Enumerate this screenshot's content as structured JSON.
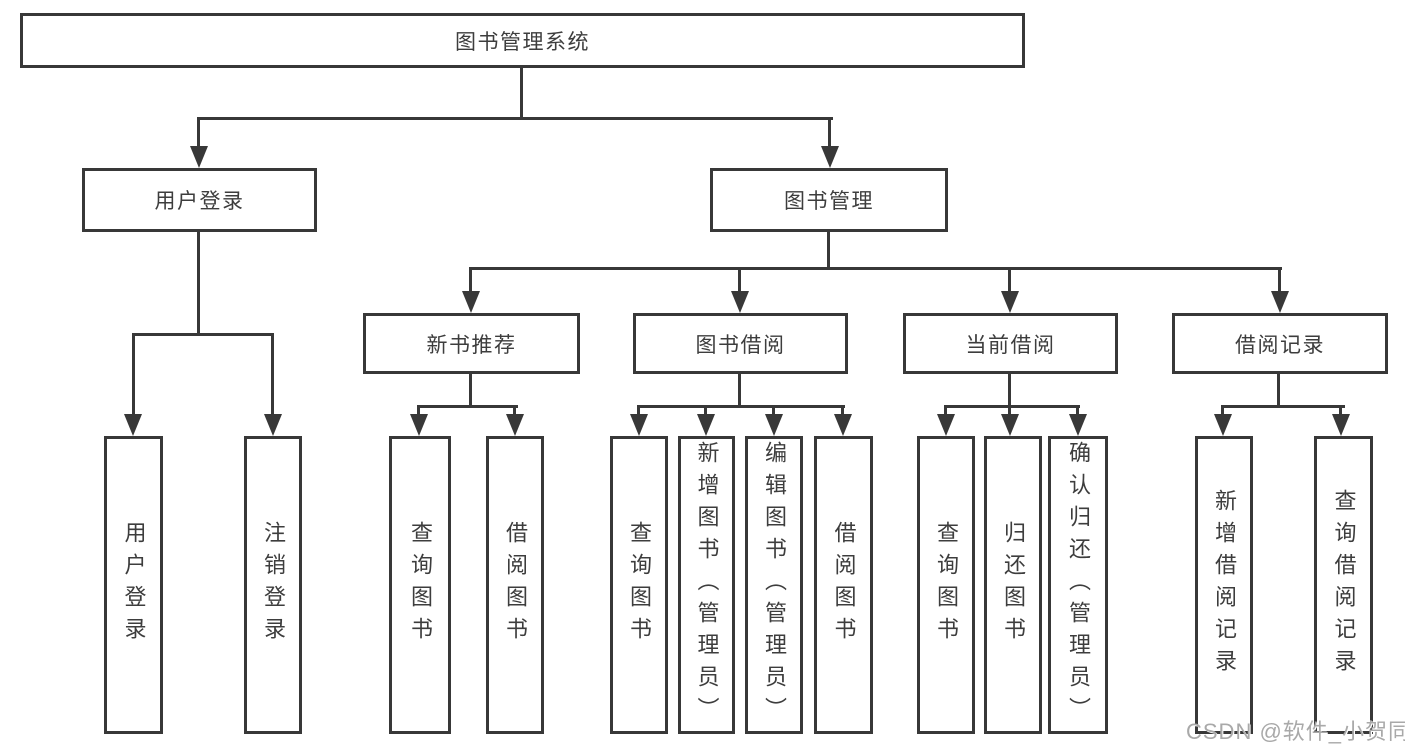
{
  "title": {
    "label": "图书管理系统"
  },
  "level2": {
    "user_login": "用户登录",
    "book_mgmt": "图书管理"
  },
  "level3": {
    "new_book": "新书推荐",
    "book_borrow": "图书借阅",
    "current_borrow": "当前借阅",
    "borrow_record": "借阅记录"
  },
  "leaves": {
    "user_login": [
      "用户登录",
      "注销登录"
    ],
    "new_book": [
      "查询图书",
      "借阅图书"
    ],
    "book_borrow": [
      "查询图书",
      "新增图书（管理员）",
      "编辑图书（管理员）",
      "借阅图书"
    ],
    "current_borrow": [
      "查询图书",
      "归还图书",
      "确认归还（管理员）"
    ],
    "borrow_record": [
      "新增借阅记录",
      "查询借阅记录"
    ]
  },
  "watermark": {
    "text": "CSDN @软件_小贺同学"
  },
  "colors": {
    "line": "#383838",
    "text": "#3d3d3d",
    "background": "#ffffff",
    "watermark": "#a9a9a9"
  }
}
